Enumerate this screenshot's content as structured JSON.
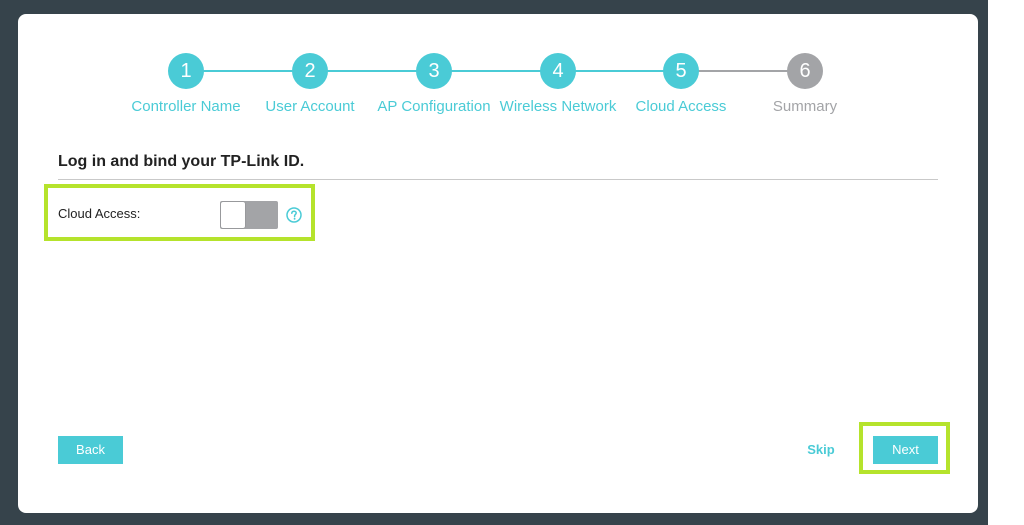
{
  "wizard": {
    "steps": [
      {
        "number": "1",
        "label": "Controller Name",
        "state": "active"
      },
      {
        "number": "2",
        "label": "User Account",
        "state": "active"
      },
      {
        "number": "3",
        "label": "AP Configuration",
        "state": "active"
      },
      {
        "number": "4",
        "label": "Wireless Network",
        "state": "active"
      },
      {
        "number": "5",
        "label": "Cloud Access",
        "state": "active"
      },
      {
        "number": "6",
        "label": "Summary",
        "state": "inactive"
      }
    ]
  },
  "section": {
    "title": "Log in and bind your TP-Link ID."
  },
  "cloud_access": {
    "label": "Cloud Access:",
    "toggle_on": false,
    "help_icon": "question-circle-icon"
  },
  "footer": {
    "back_label": "Back",
    "skip_label": "Skip",
    "next_label": "Next"
  },
  "colors": {
    "accent": "#4acbd6",
    "inactive": "#a3a4a7",
    "highlight": "#b5e32c",
    "background": "#36434b"
  }
}
